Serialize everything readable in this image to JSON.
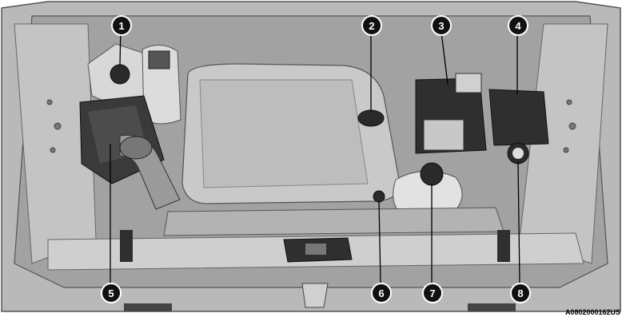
{
  "callouts": [
    {
      "number": "1"
    },
    {
      "number": "2"
    },
    {
      "number": "3"
    },
    {
      "number": "4"
    },
    {
      "number": "5"
    },
    {
      "number": "6"
    },
    {
      "number": "7"
    },
    {
      "number": "8"
    }
  ],
  "figure_id": "A0802000162US"
}
